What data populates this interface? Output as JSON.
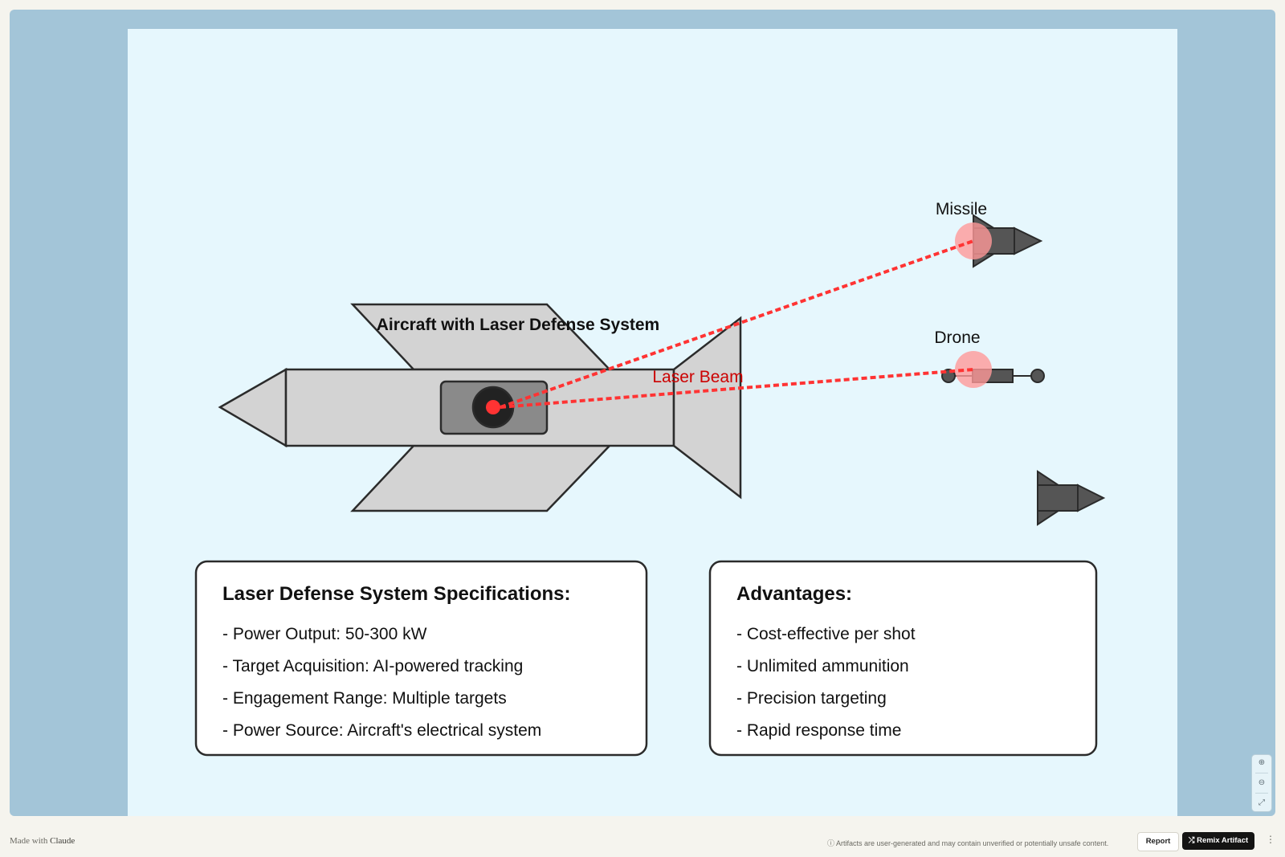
{
  "diagram": {
    "aircraft_title": "Aircraft with Laser Defense System",
    "laser_label": "Laser Beam",
    "targets": {
      "missile": "Missile",
      "drone": "Drone"
    },
    "colors": {
      "background": "#e6f7fd",
      "aircraft_fill": "#d3d3d3",
      "laser": "#ff3333",
      "laser_label": "#cc0000",
      "target_fill": "#555555",
      "impact_glow": "#ff9999"
    }
  },
  "specs": {
    "title": "Laser Defense System Specifications:",
    "items": [
      "- Power Output: 50-300 kW",
      "- Target Acquisition: AI-powered tracking",
      "- Engagement Range: Multiple targets",
      "- Power Source: Aircraft's electrical system"
    ]
  },
  "advantages": {
    "title": "Advantages:",
    "items": [
      "- Cost-effective per shot",
      "- Unlimited ammunition",
      "- Precision targeting",
      "- Rapid response time"
    ]
  },
  "footer": {
    "made_with_prefix": "Made with",
    "made_with_brand": "Claude",
    "disclaimer": "ⓘ Artifacts are user-generated and may contain unverified or potentially unsafe content.",
    "report_label": "Report",
    "remix_label": "⤮ Remix Artifact",
    "more_icon": "⋮"
  },
  "zoom_controls": {
    "zoom_in": "⊕",
    "zoom_out": "⊖",
    "fit": "⤢"
  }
}
